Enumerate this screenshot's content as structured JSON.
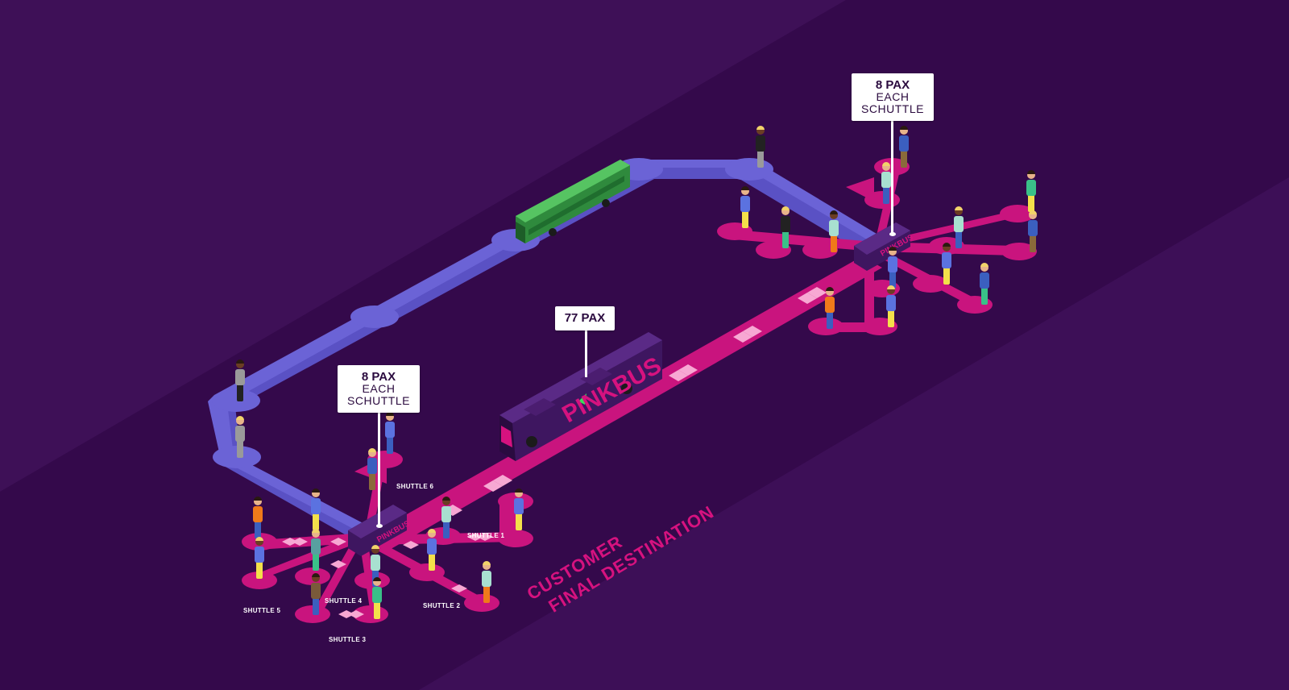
{
  "callouts": {
    "main_bus": {
      "count": "77 PAX"
    },
    "hub_left": {
      "count": "8 PAX",
      "line1": "EACH",
      "line2": "SCHUTTLE"
    },
    "hub_right": {
      "count": "8 PAX",
      "line1": "EACH",
      "line2": "SCHUTTLE"
    }
  },
  "shuttles": {
    "s1": "SHUTTLE 1",
    "s2": "SHUTTLE 2",
    "s3": "SHUTTLE 3",
    "s4": "SHUTTLE 4",
    "s5": "SHUTTLE 5",
    "s6": "SHUTTLE 6"
  },
  "destination": {
    "line1": "CUSTOMER",
    "line2": "FINAL DESTINATION"
  },
  "bus_branding": {
    "main": "PINKBUS",
    "shuttle": "PINKBUS"
  },
  "colors": {
    "background": "#3a0f52",
    "background_stripe": "#42125c",
    "route_blue": "#6b63d6",
    "route_pink": "#c9147e",
    "chevron": "#f7a8d3",
    "label_bg": "#ffffff",
    "label_text": "#2b0b3f",
    "main_bus": "#4a1a6e",
    "green_bus": "#3aa34a"
  }
}
